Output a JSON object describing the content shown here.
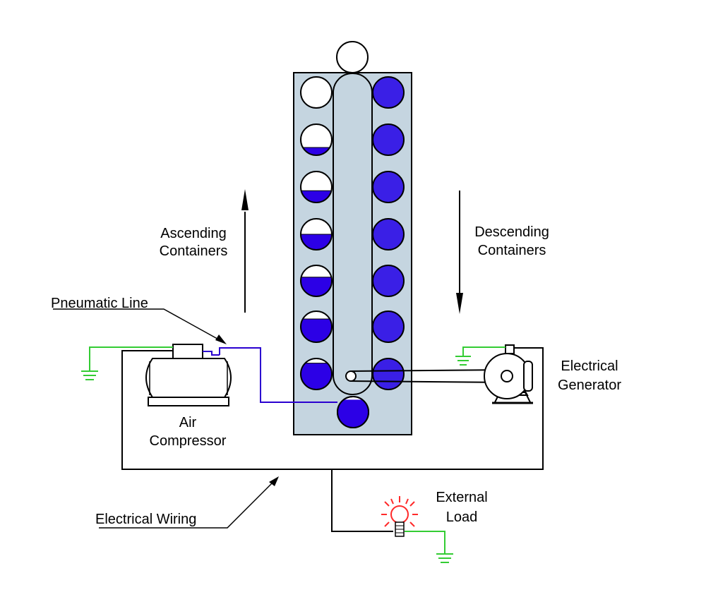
{
  "labels": {
    "ascending_line1": "Ascending",
    "ascending_line2": "Containers",
    "descending_line1": "Descending",
    "descending_line2": "Containers",
    "pneumatic_line": "Pneumatic Line",
    "air_line1": "Air",
    "air_line2": "Compressor",
    "generator_line1": "Electrical",
    "generator_line2": "Generator",
    "load_line1": "External",
    "load_line2": "Load",
    "electrical_wiring": "Electrical Wiring"
  },
  "ascending_fill_levels": [
    0,
    0.25,
    0.38,
    0.5,
    0.62,
    0.75,
    0.85
  ],
  "bottom_container_fill": 0.9,
  "colors": {
    "tank": "#c5d5e0",
    "water": "#2c00e6",
    "descending_fill": "#3a1fe6",
    "pneumatic": "#2a00d0",
    "ground": "#33cc33",
    "bulb": "#ff2a2a",
    "line": "#000000"
  }
}
